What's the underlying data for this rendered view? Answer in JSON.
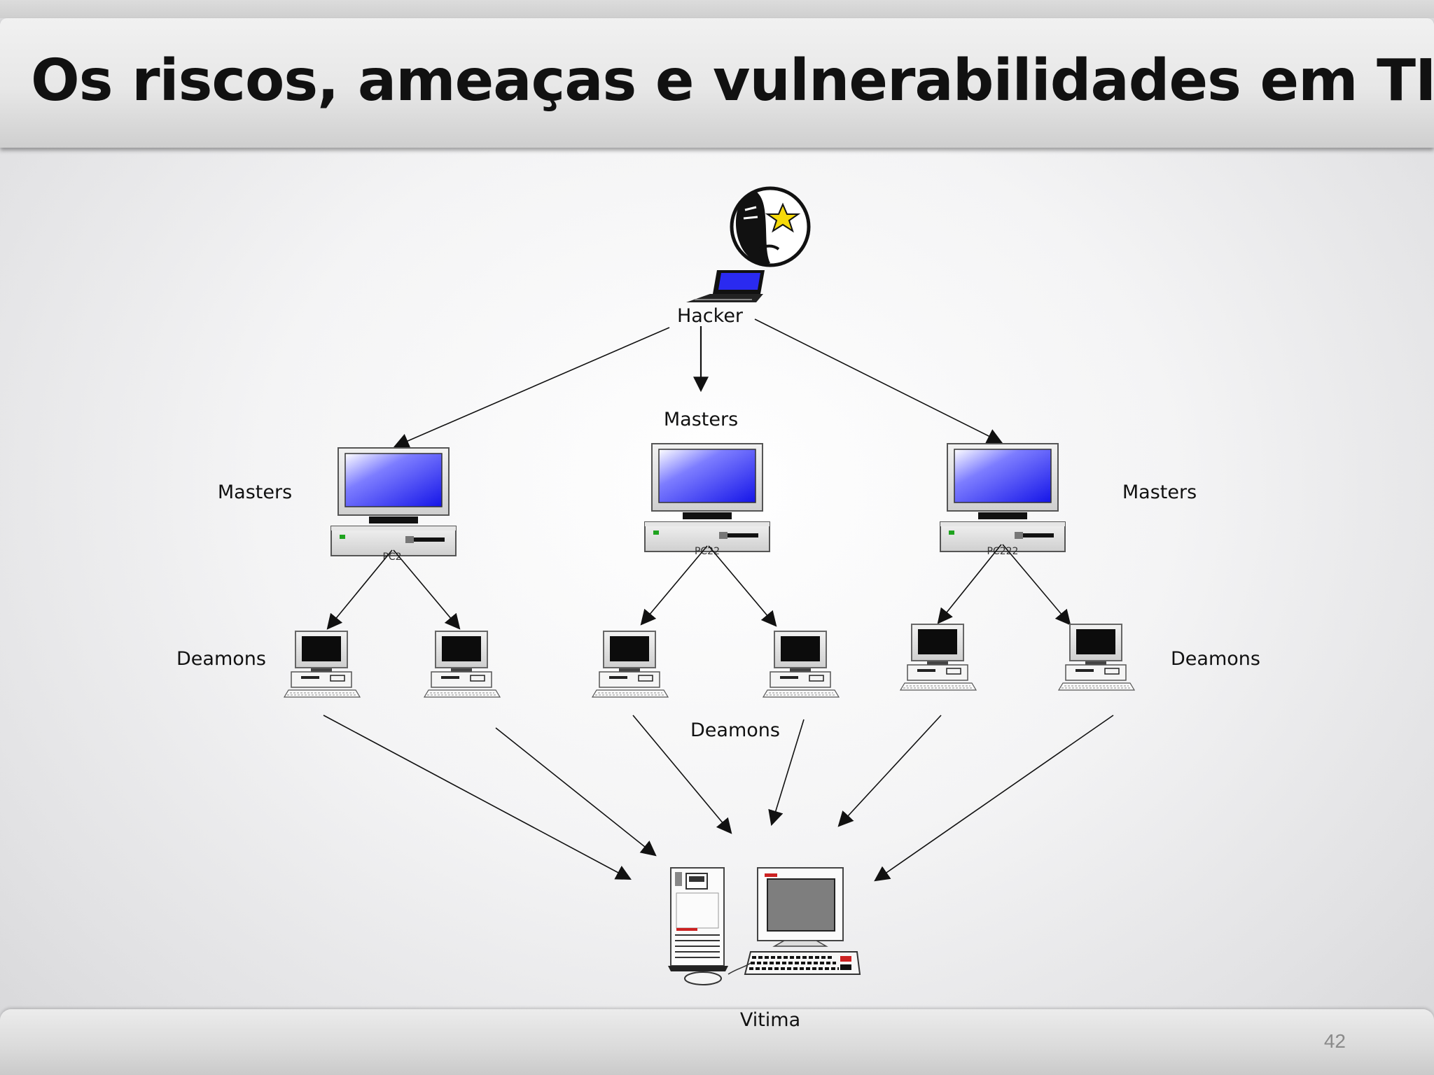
{
  "slide": {
    "title": "Os riscos, ameaças e vulnerabilidades em TI",
    "page_number": "42"
  },
  "diagram": {
    "hacker_label": "Hacker",
    "masters": [
      {
        "label": "Masters",
        "pc_tag": "PC2"
      },
      {
        "label": "Masters",
        "pc_tag": "PC22"
      },
      {
        "label": "Masters",
        "pc_tag": "PC222"
      }
    ],
    "deamons_labels": [
      "Deamons",
      "Deamons",
      "Deamons"
    ],
    "victim_label": "Vitima"
  },
  "colors": {
    "monitor_screen": "#2a2af0",
    "ink": "#111111",
    "victim_accent": "#cc2222"
  }
}
